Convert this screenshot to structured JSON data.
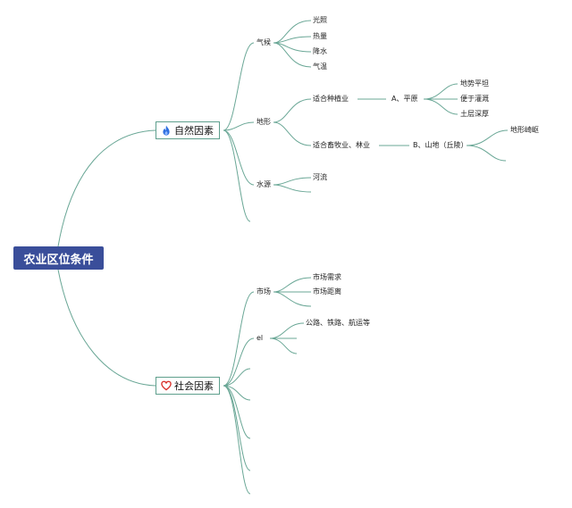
{
  "root": {
    "label": "农业区位条件"
  },
  "natural": {
    "label": "自然因素",
    "icon": "fire-icon",
    "climate": {
      "label": "气候",
      "items": [
        "光照",
        "热量",
        "降水",
        "气温"
      ]
    },
    "terrain": {
      "label": "地形",
      "crop": {
        "label": "适合种植业",
        "type": "A、平原",
        "traits": [
          "地势平坦",
          "便于灌溉",
          "土层深厚"
        ]
      },
      "herd": {
        "label": "适合畜牧业、林业",
        "type": "B、山地（丘陵）",
        "traits": [
          "地形崎岖"
        ]
      }
    },
    "water": {
      "label": "水源",
      "items": [
        "河流"
      ]
    }
  },
  "social": {
    "label": "社会因素",
    "icon": "heart-icon",
    "market": {
      "label": "市场",
      "items": [
        "市场需求",
        "市场距离"
      ]
    },
    "transport": {
      "label": "el",
      "items": [
        "公路、铁路、航运等"
      ]
    }
  },
  "colors": {
    "root_bg": "#3a4e9a",
    "link": "#6aa796",
    "fire": "#2f6fe0",
    "heart": "#d9312b"
  }
}
